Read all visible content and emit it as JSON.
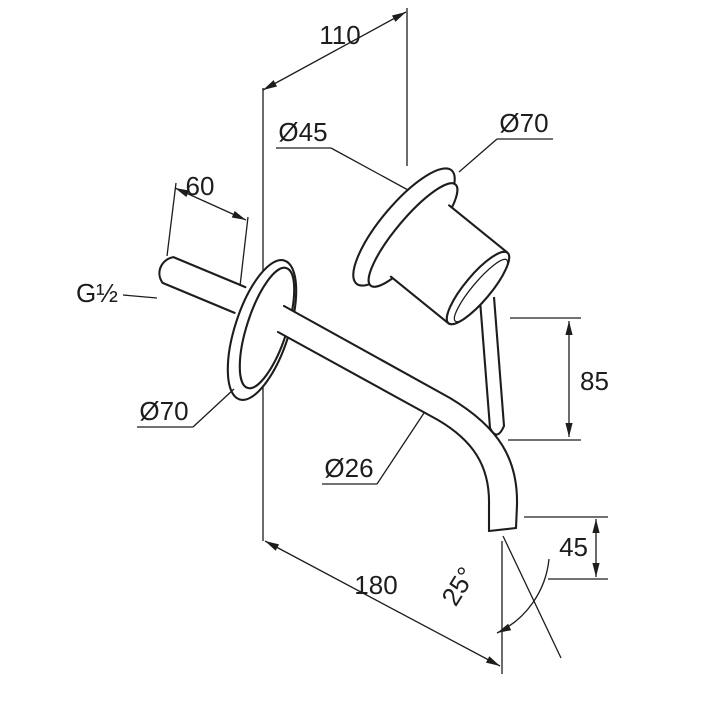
{
  "colors": {
    "line": "#1d1d1b",
    "background": "#ffffff"
  },
  "labels": {
    "dim_110": "110",
    "dia_45": "Ø45",
    "dia_70_handle": "Ø70",
    "dim_60": "60",
    "thread": "G½",
    "dia_70_spout": "Ø70",
    "dim_85": "85",
    "dia_26": "Ø26",
    "dim_45": "45",
    "angle_25": "25°",
    "dim_180": "180"
  }
}
